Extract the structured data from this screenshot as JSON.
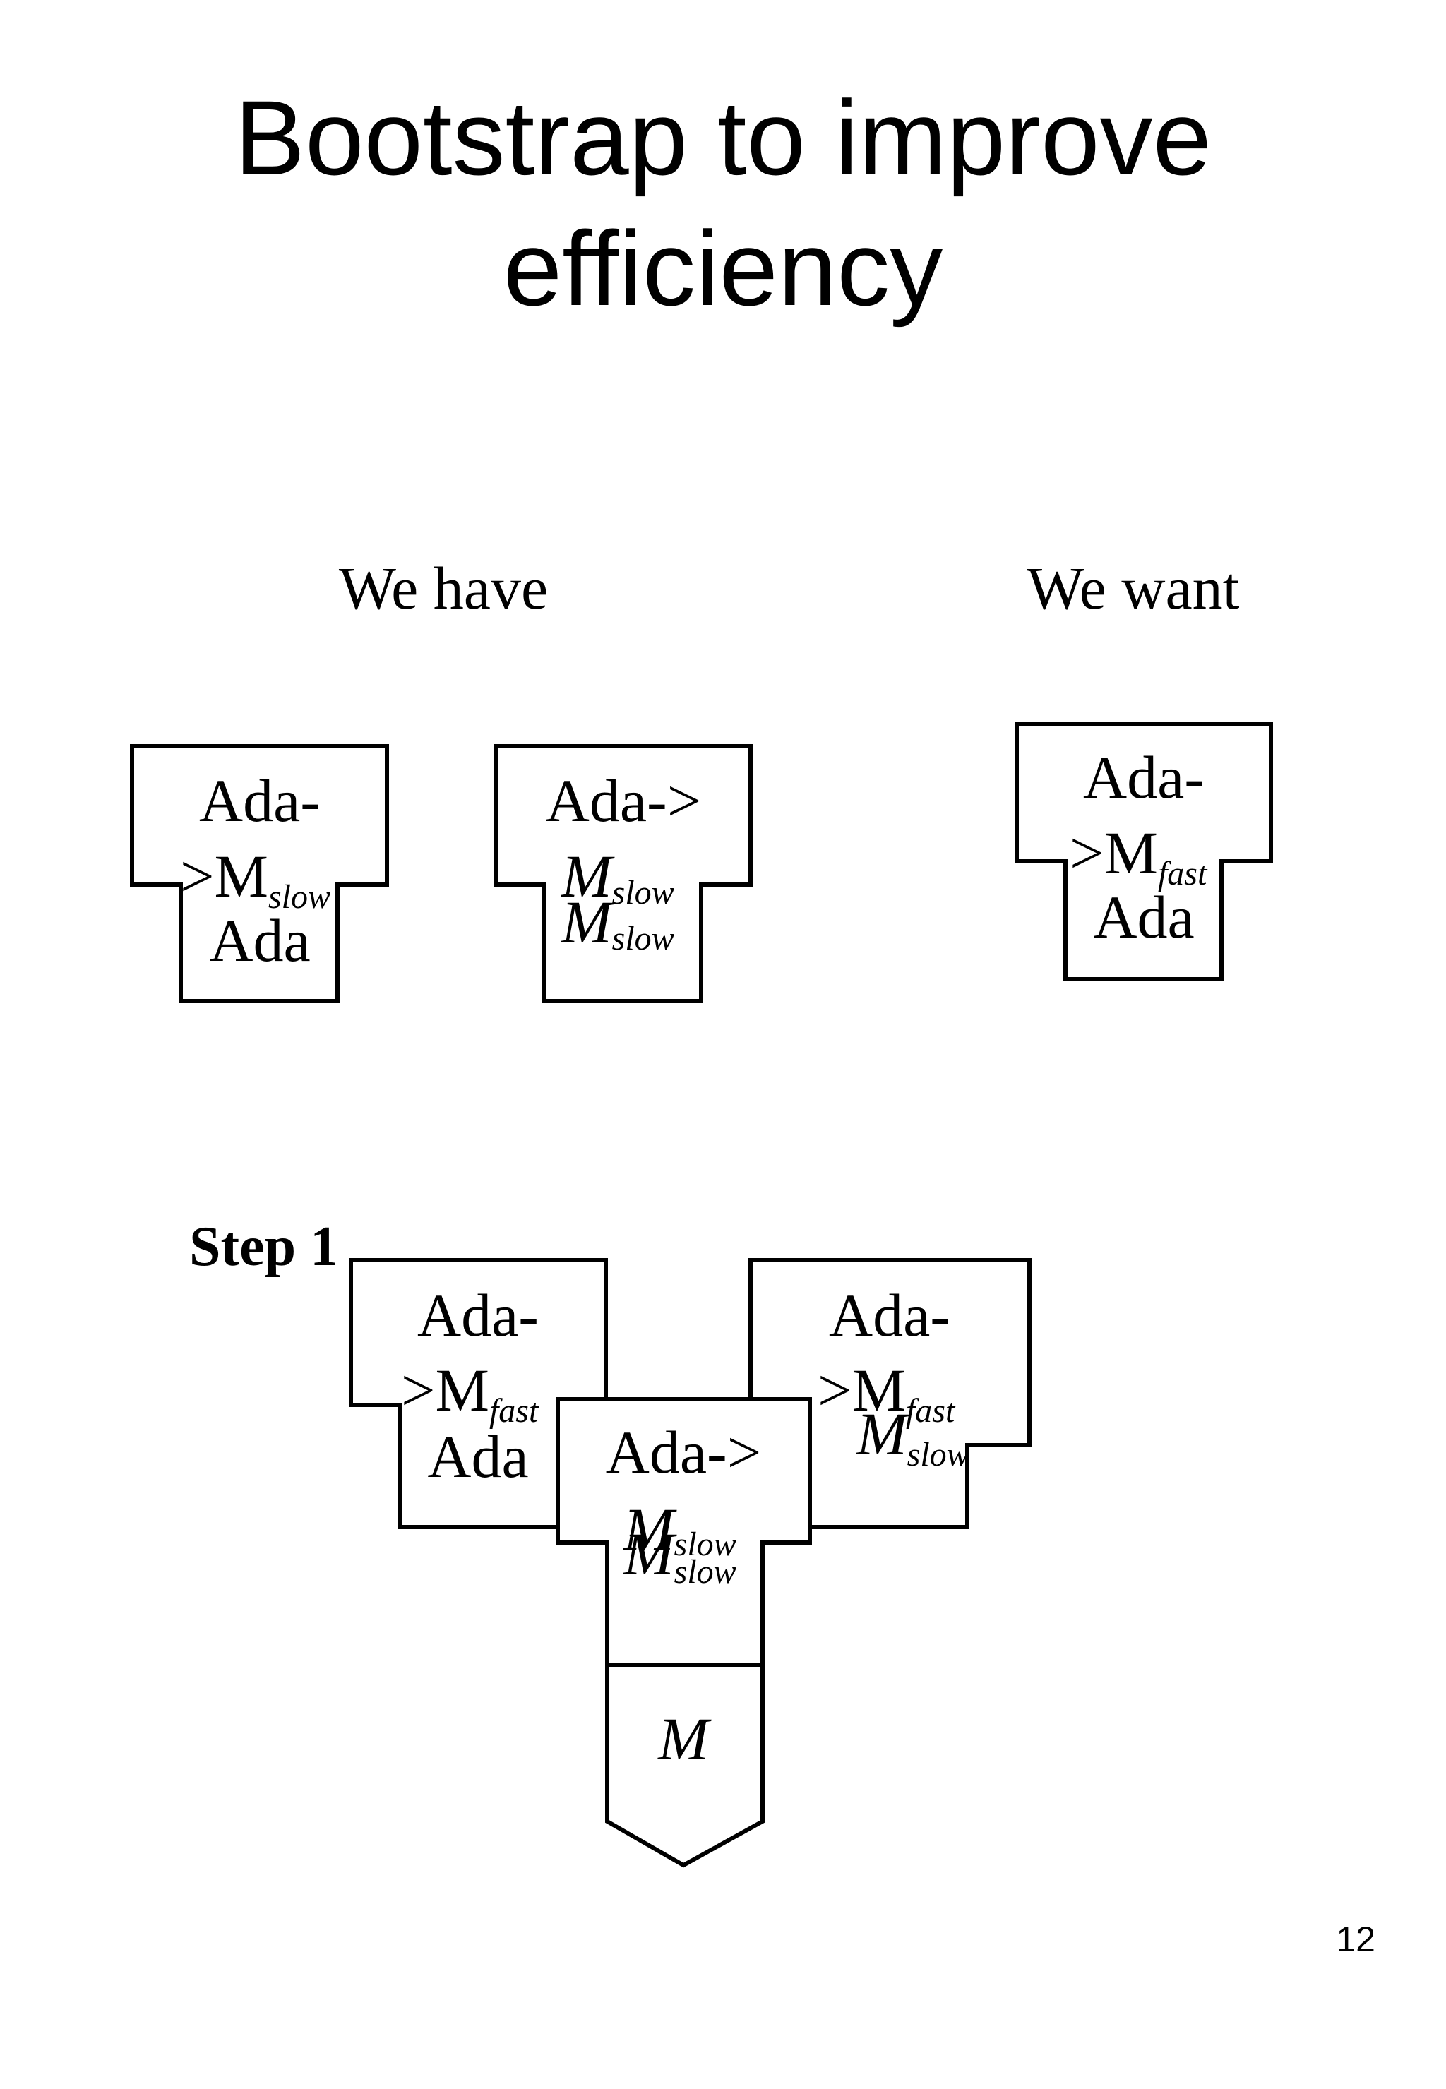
{
  "slide": {
    "title_line1": "Bootstrap to improve",
    "title_line2": "efficiency",
    "page_number": "12"
  },
  "sections": {
    "have": "We have",
    "want": "We want",
    "step": "Step 1"
  },
  "diagrams": {
    "have_compiler": {
      "from": "Ada-",
      "to_prefix": ">M",
      "to_sub": "slow",
      "impl": "Ada"
    },
    "have_executable": {
      "from": "Ada->",
      "to_main": "M",
      "to_sub": "slow",
      "impl_main": "M",
      "impl_sub": "slow"
    },
    "want_compiler": {
      "from": "Ada-",
      "to_prefix": ">M",
      "to_sub": "fast",
      "impl": "Ada"
    },
    "step1_source": {
      "from": "Ada-",
      "to_prefix": ">M",
      "to_sub": "fast",
      "impl": "Ada"
    },
    "step1_translator": {
      "from": "Ada->",
      "to_main": "M",
      "to_sub": "slow",
      "impl_main": "M",
      "impl_sub": "slow"
    },
    "step1_result": {
      "from": "Ada-",
      "to_prefix": ">M",
      "to_sub": "fast",
      "impl_main": "M",
      "impl_sub": "slow"
    },
    "machine": {
      "label": "M"
    }
  }
}
